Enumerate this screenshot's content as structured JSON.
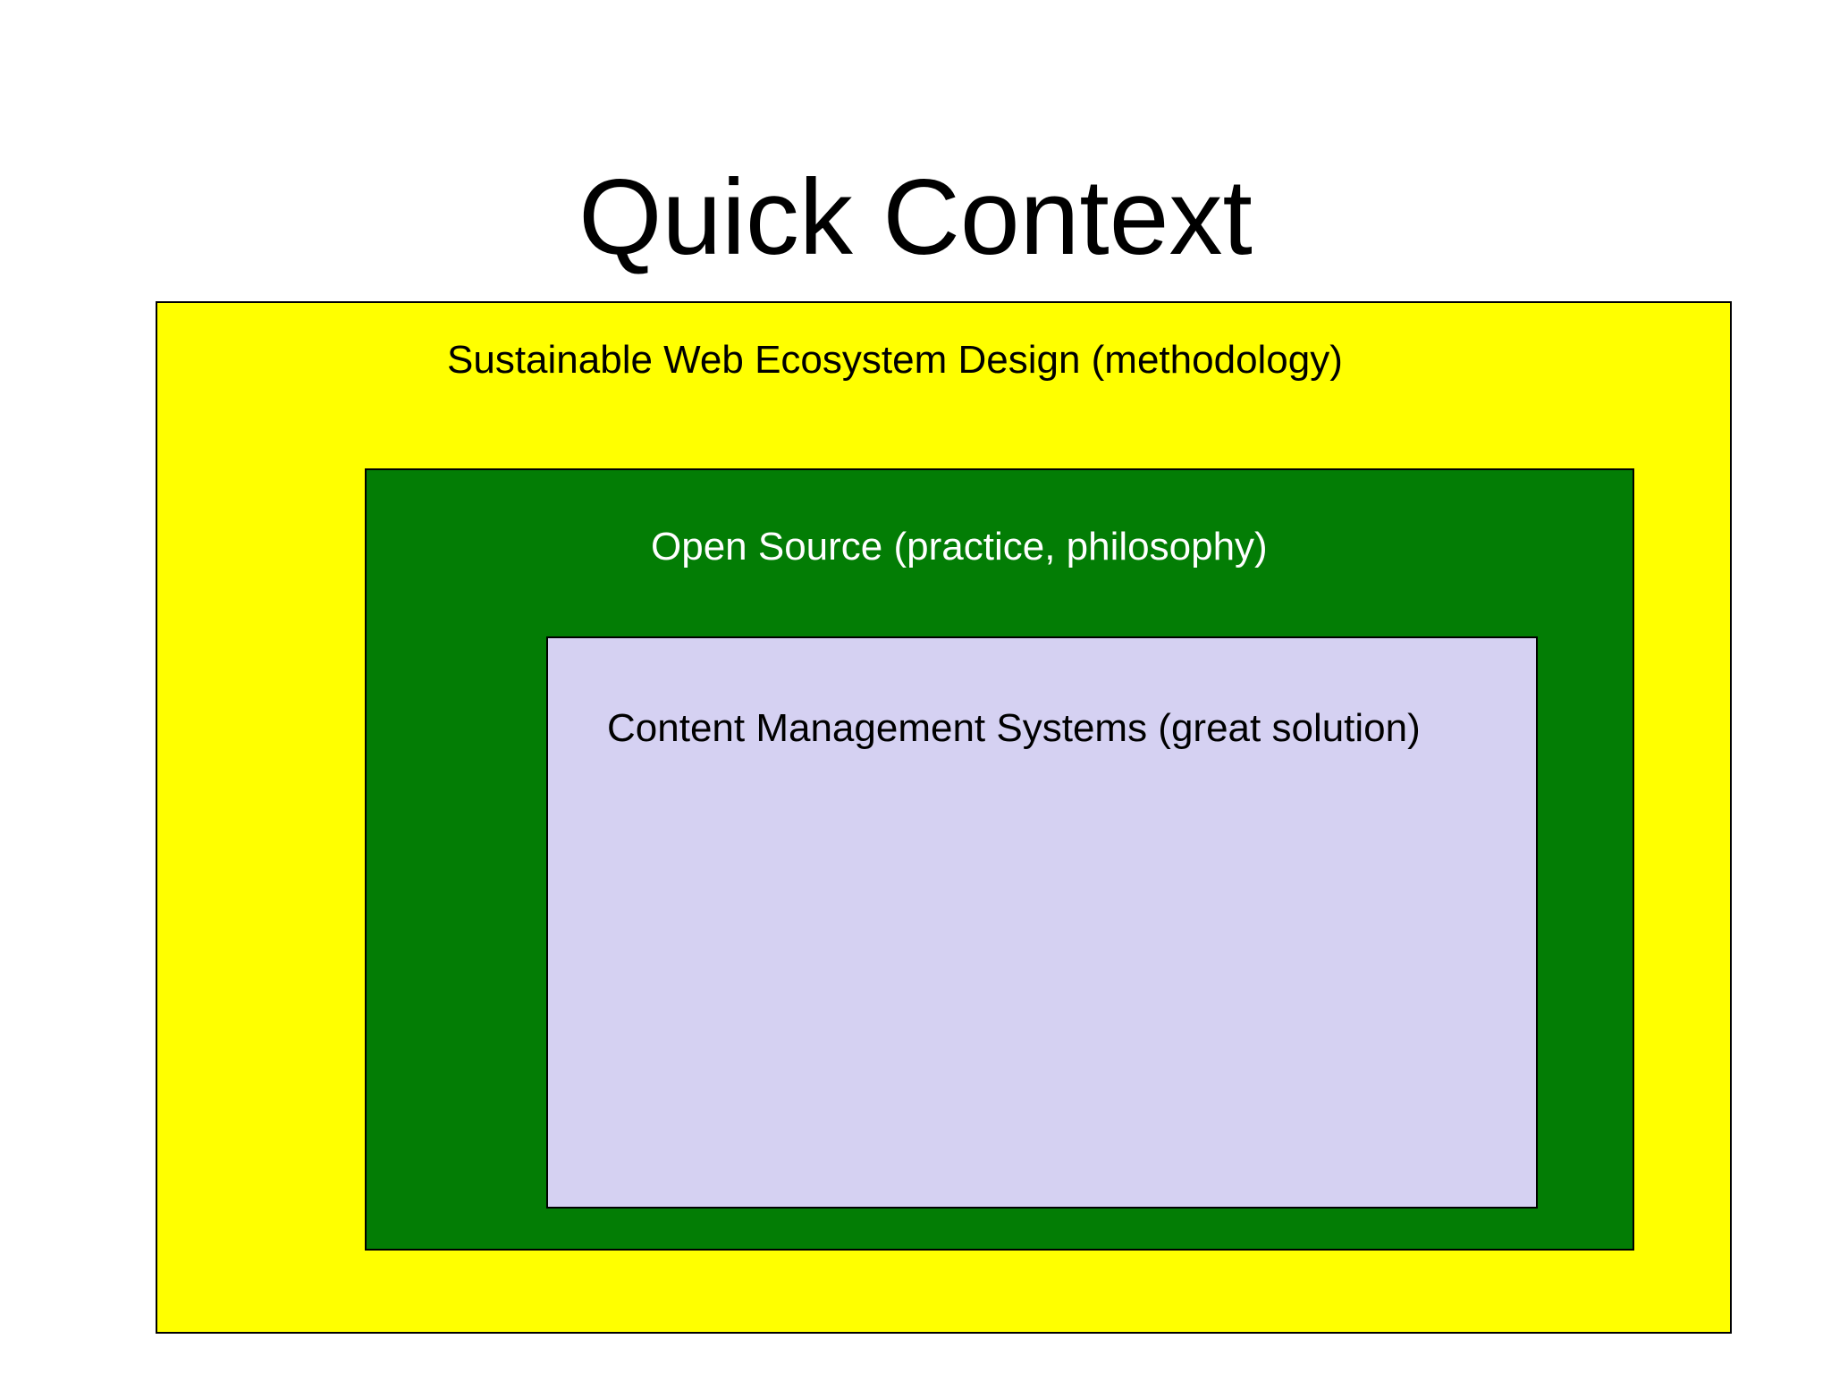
{
  "title": "Quick Context",
  "colors": {
    "outer_fill": "#ffff00",
    "middle_fill": "#037d05",
    "inner_fill": "#d5d1f2",
    "outer_text": "#000000",
    "middle_text": "#ffffff",
    "inner_text": "#000000"
  },
  "boxes": {
    "outer": {
      "label": "Sustainable Web Ecosystem Design (methodology)"
    },
    "middle": {
      "label": "Open Source (practice, philosophy)"
    },
    "inner": {
      "label": "Content Management Systems (great solution)"
    }
  }
}
